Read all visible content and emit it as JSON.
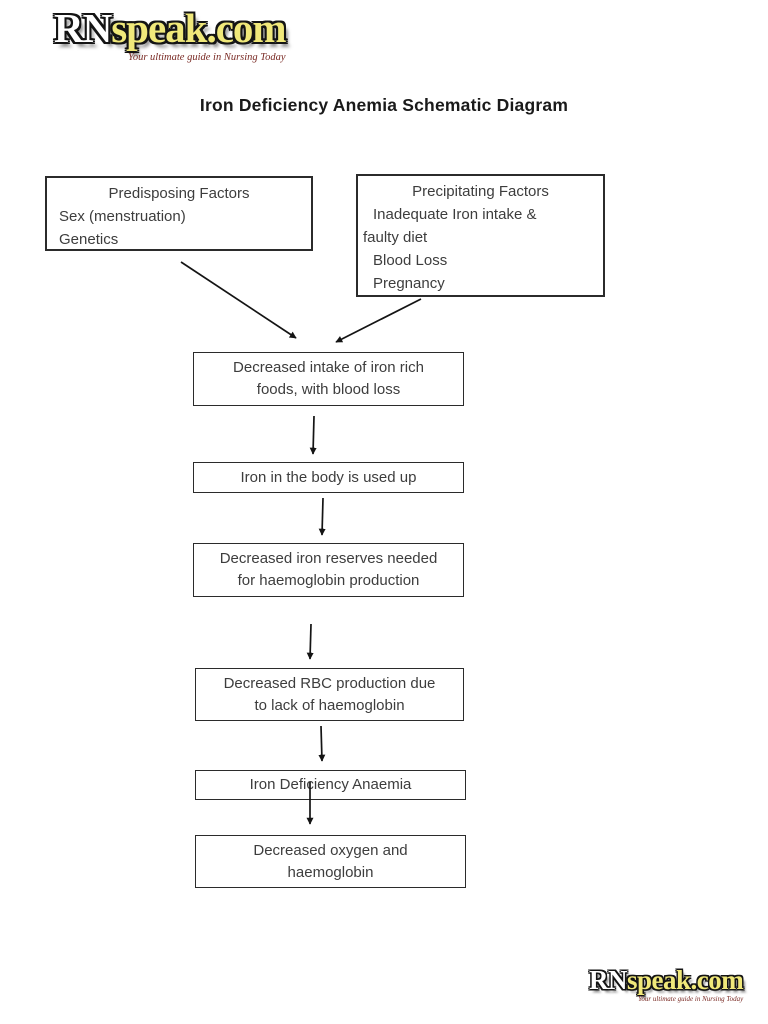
{
  "page": {
    "title": "Iron Deficiency Anemia Schematic Diagram",
    "background_color": "#ffffff"
  },
  "logo": {
    "prefix": "RN",
    "suffix": "speak.com",
    "tagline": "Your ultimate guide in Nursing Today",
    "colors": {
      "prefix_fill": "#ffffff",
      "suffix_fill": "#f0e87a",
      "outline": "#141414",
      "tagline": "#7a2b25"
    }
  },
  "factor_boxes": {
    "predisposing": {
      "heading": "Predisposing Factors",
      "items": [
        "Sex (menstruation)",
        "Genetics"
      ]
    },
    "precipitating": {
      "heading": "Precipitating Factors",
      "items": [
        "Inadequate Iron intake &",
        "faulty diet",
        "Blood Loss",
        "Pregnancy"
      ]
    }
  },
  "flow_steps": [
    {
      "lines": [
        "Decreased intake of iron rich",
        "foods, with blood loss"
      ]
    },
    {
      "lines": [
        "Iron in the body is used up"
      ]
    },
    {
      "lines": [
        "Decreased iron reserves needed",
        "for haemoglobin production"
      ]
    },
    {
      "lines": [
        "Decreased RBC production due",
        "to lack of haemoglobin"
      ]
    },
    {
      "lines": [
        "Iron Deficiency Anaemia"
      ]
    },
    {
      "lines": [
        "Decreased oxygen and",
        "haemoglobin"
      ]
    }
  ]
}
